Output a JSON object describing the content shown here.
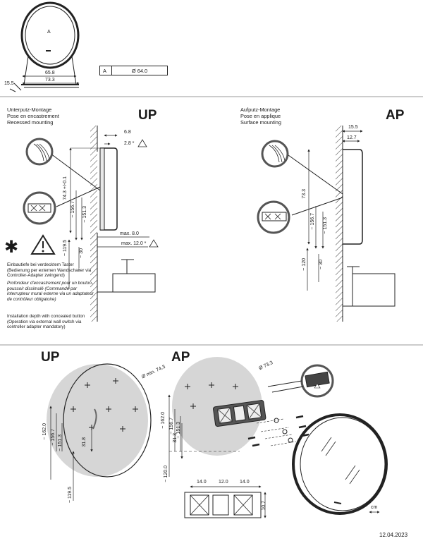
{
  "top": {
    "mirror_label": "A",
    "dim_width_inner": "65.8",
    "dim_width_outer": "73.3",
    "dim_depth": "15.5",
    "table": {
      "key": "A",
      "value": "Ø 64.0"
    }
  },
  "up_section": {
    "heading": "UP",
    "title_de": "Unterputz-Montage",
    "title_fr": "Pose en encastrement",
    "title_en": "Recessed mounting",
    "dim_6_8": "6.8",
    "dim_2_8": "2.8 *",
    "dim_74_3": "74.3 +/-0.1",
    "dim_156_7": "~ 156.7",
    "dim_151_3": "~ 151.3",
    "dim_119_5": "~ 119.5",
    "dim_30": "~ 30",
    "dim_max8": "max. 8.0",
    "dim_max12": "max. 12.0 *",
    "star": "✱",
    "note_de": "Einbautiefe bei verdecktem Taster (Bedienung per externen Wandschalter via Controller-Adapter zwingend)",
    "note_fr": "Profondeur d'encastrement pour un bouton-poussoir dissimulé (Commande par interrupteur mural externe via un adaptateur de contrôleur obligatoire)",
    "note_en": "Installation depth with concealed button (Operation via external wall switch via controller adapter mandatory)"
  },
  "ap_section": {
    "heading": "AP",
    "title_de": "Aufputz-Montage",
    "title_fr": "Pose en applique",
    "title_en": "Surface mounting",
    "dim_15_5": "15.5",
    "dim_12_7": "12.7",
    "dim_73_3": "73.3",
    "dim_156_7": "~ 156.7",
    "dim_151_3": "~ 151.3",
    "dim_120": "~ 120",
    "dim_30": "~ 30"
  },
  "bottom": {
    "up_heading": "UP",
    "ap_heading": "AP",
    "up_diam": "Ø min. 74.3",
    "up_162": "~ 162.0",
    "up_156": "~ 156.7",
    "up_151": "~ 151.3",
    "up_31_8": "31.8",
    "up_119_5": "~ 119.5",
    "ap_diam": "Ø 73.3",
    "ap_162": "~ 162.0",
    "ap_156": "~ 156.7",
    "ap_151": "~ 151.3",
    "ap_31_3": "31.3",
    "ap_120": "~ 120.0",
    "plate_14a": "14.0",
    "plate_12": "12.0",
    "plate_14b": "14.0",
    "plate_10_7": "10.7",
    "unit": "cm",
    "date": "12.04.2023"
  }
}
